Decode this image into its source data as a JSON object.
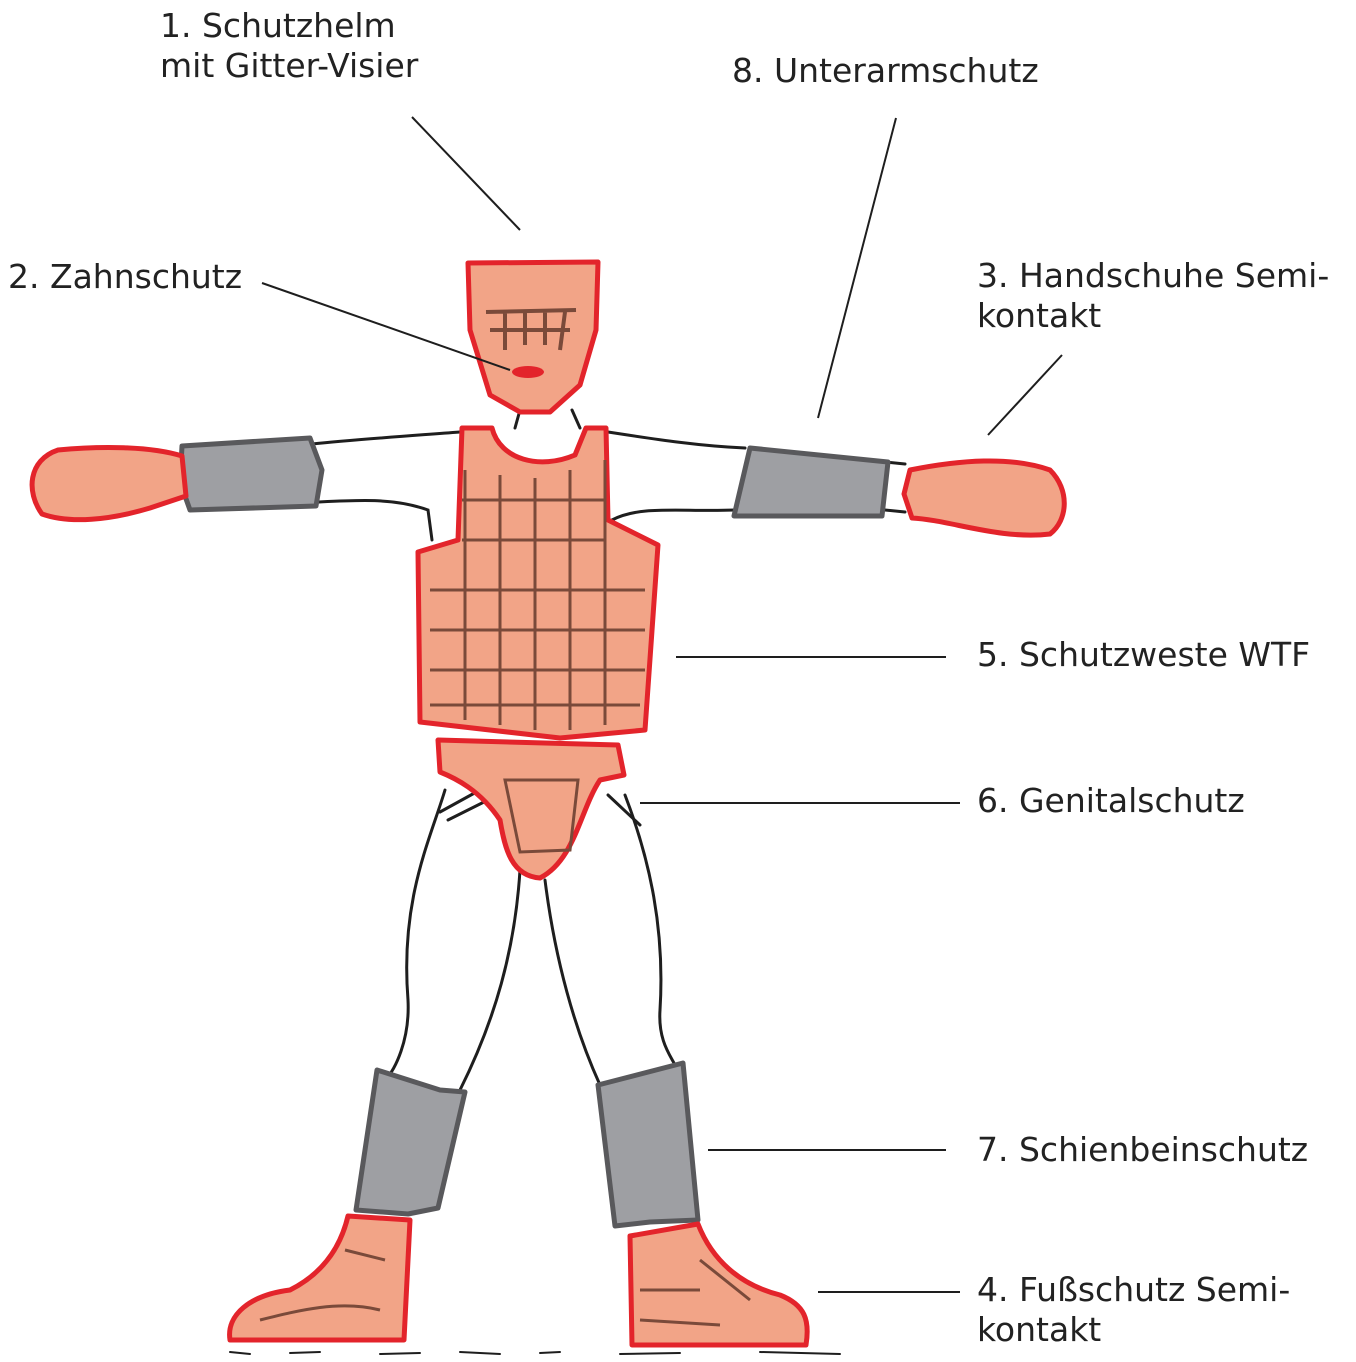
{
  "colors": {
    "pad_fill": "#f2a487",
    "pad_outline": "#e3242b",
    "guard_fill": "#9e9fa3",
    "guard_outline": "#59595c",
    "sketch": "#1e1e1e",
    "detail": "#7a4a3a",
    "text": "#222222"
  },
  "labels": [
    {
      "id": "helmet",
      "lines": [
        "1. Schutzhelm",
        "mit Gitter-Visier"
      ]
    },
    {
      "id": "mouthguard",
      "lines": [
        "2. Zahnschutz"
      ]
    },
    {
      "id": "gloves",
      "lines": [
        "3. Handschuhe Semi-",
        "kontakt"
      ]
    },
    {
      "id": "footguard",
      "lines": [
        "4. Fußschutz Semi-",
        "kontakt"
      ]
    },
    {
      "id": "vest",
      "lines": [
        "5. Schutzweste WTF"
      ]
    },
    {
      "id": "groin",
      "lines": [
        "6. Genitalschutz"
      ]
    },
    {
      "id": "shin",
      "lines": [
        "7. Schienbeinschutz"
      ]
    },
    {
      "id": "forearm",
      "lines": [
        "8. Unterarmschutz"
      ]
    }
  ]
}
